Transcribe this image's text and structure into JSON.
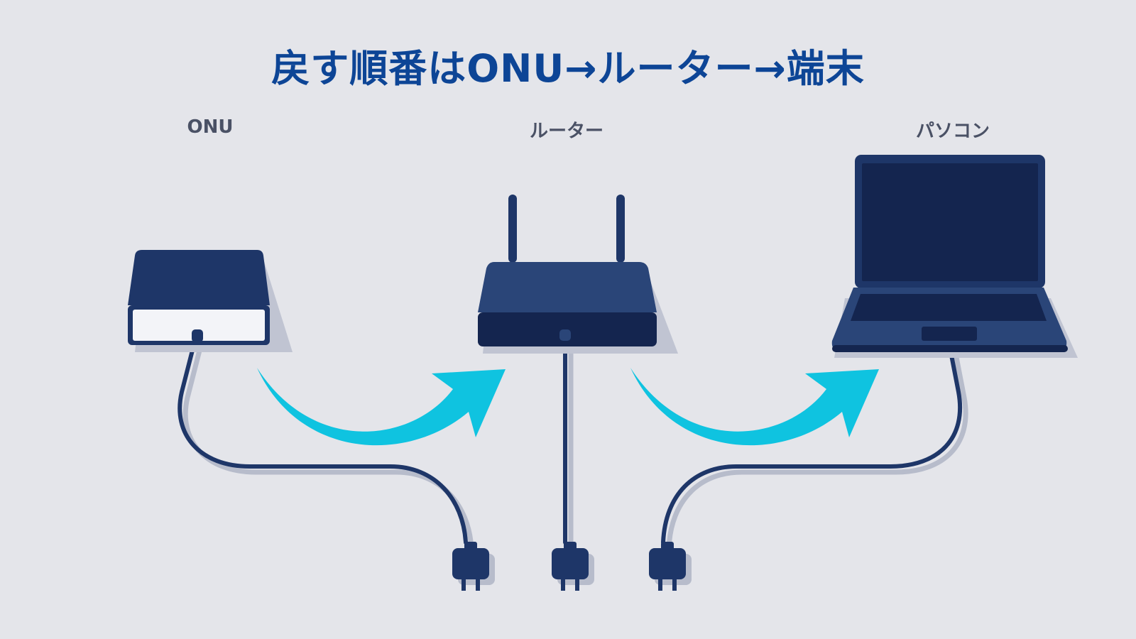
{
  "title": "戻す順番はONU→ルーター→端末",
  "devices": [
    {
      "label": "ONU",
      "icon": "onu-box-icon"
    },
    {
      "label": "ルーター",
      "icon": "router-icon"
    },
    {
      "label": "パソコン",
      "icon": "laptop-icon"
    }
  ],
  "colors": {
    "title": "#0d4596",
    "device": "#1e3668",
    "device_dark": "#14254f",
    "arrow": "#0fc3e0",
    "background": "#e4e5ea"
  }
}
